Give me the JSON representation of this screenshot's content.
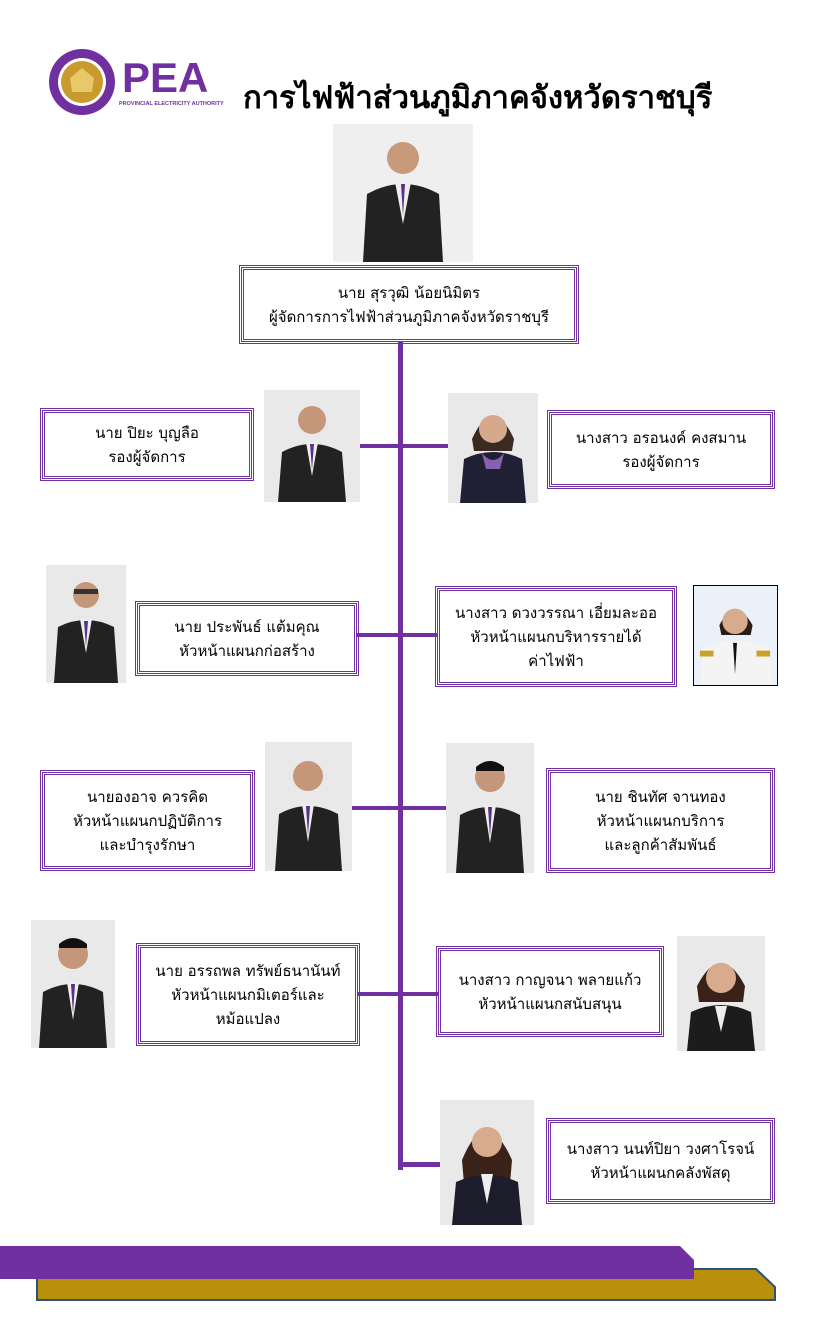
{
  "header": {
    "logo_text": "PEA",
    "logo_subtitle": "PROVINCIAL ELECTRICITY AUTHORITY",
    "title": "การไฟฟ้าส่วนภูมิภาคจังหวัดราชบุรี"
  },
  "colors": {
    "accent": "#7030a0",
    "gold": "#b8900a",
    "border_blue": "#2f4f7f"
  },
  "chart": {
    "manager": {
      "name": "นาย สุรวุฒิ  น้อยนิมิตร",
      "role": "ผู้จัดการการไฟฟ้าส่วนภูมิภาคจังหวัดราชบุรี"
    },
    "deputy_left": {
      "name": "นาย ปิยะ  บุญลือ",
      "role": "รองผู้จัดการ"
    },
    "deputy_right": {
      "name": "นางสาว อรอนงค์ คงสมาน",
      "role": "รองผู้จัดการ"
    },
    "construction": {
      "name": "นาย ประพันธ์  แต้มคุณ",
      "role": "หัวหน้าแผนกก่อสร้าง"
    },
    "revenue": {
      "name": "นางสาว ดวงวรรณา เอี่ยมละออ",
      "role": "หัวหน้าแผนกบริหารรายได้",
      "role2": "ค่าไฟฟ้า"
    },
    "operations": {
      "name": "นายองอาจ  ควรคิด",
      "role": "หัวหน้าแผนกปฏิบัติการ",
      "role2": "และบำรุงรักษา"
    },
    "customer": {
      "name": "นาย ชินทัศ จานทอง",
      "role": "หัวหน้าแผนกบริการ",
      "role2": "และลูกค้าสัมพันธ์"
    },
    "meter": {
      "name": "นาย อรรถพล ทรัพย์ธนานันท์",
      "role": "หัวหน้าแผนกมิเตอร์และ",
      "role2": "หม้อแปลง"
    },
    "support": {
      "name": "นางสาว กาญจนา พลายแก้ว",
      "role": "หัวหน้าแผนกสนับสนุน"
    },
    "warehouse": {
      "name": "นางสาว นนท์ปิยา วงศาโรจน์",
      "role": "หัวหน้าแผนกคลังพัสดุ"
    }
  }
}
